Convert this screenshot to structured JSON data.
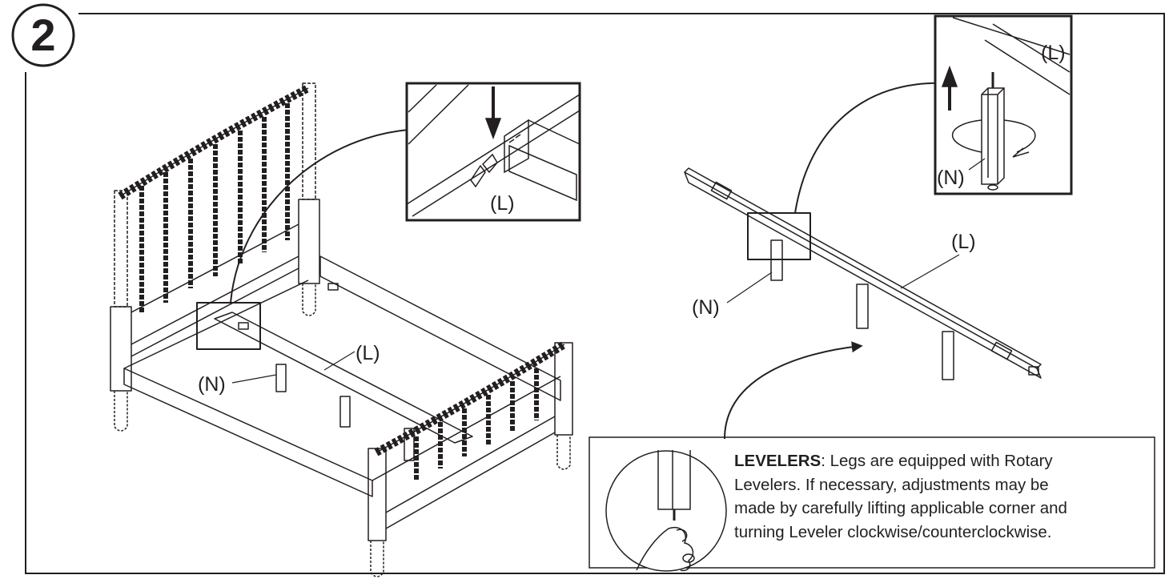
{
  "step": {
    "number": "2"
  },
  "labels": {
    "rail": "(L)",
    "leg": "(N)"
  },
  "note": {
    "heading": "LEVELERS",
    "lines": [
      ": Legs are equipped with Rotary",
      "Levelers. If necessary, adjustments may be",
      "made by carefully lifting applicable corner and",
      "turning Leveler clockwise/counterclockwise."
    ]
  }
}
